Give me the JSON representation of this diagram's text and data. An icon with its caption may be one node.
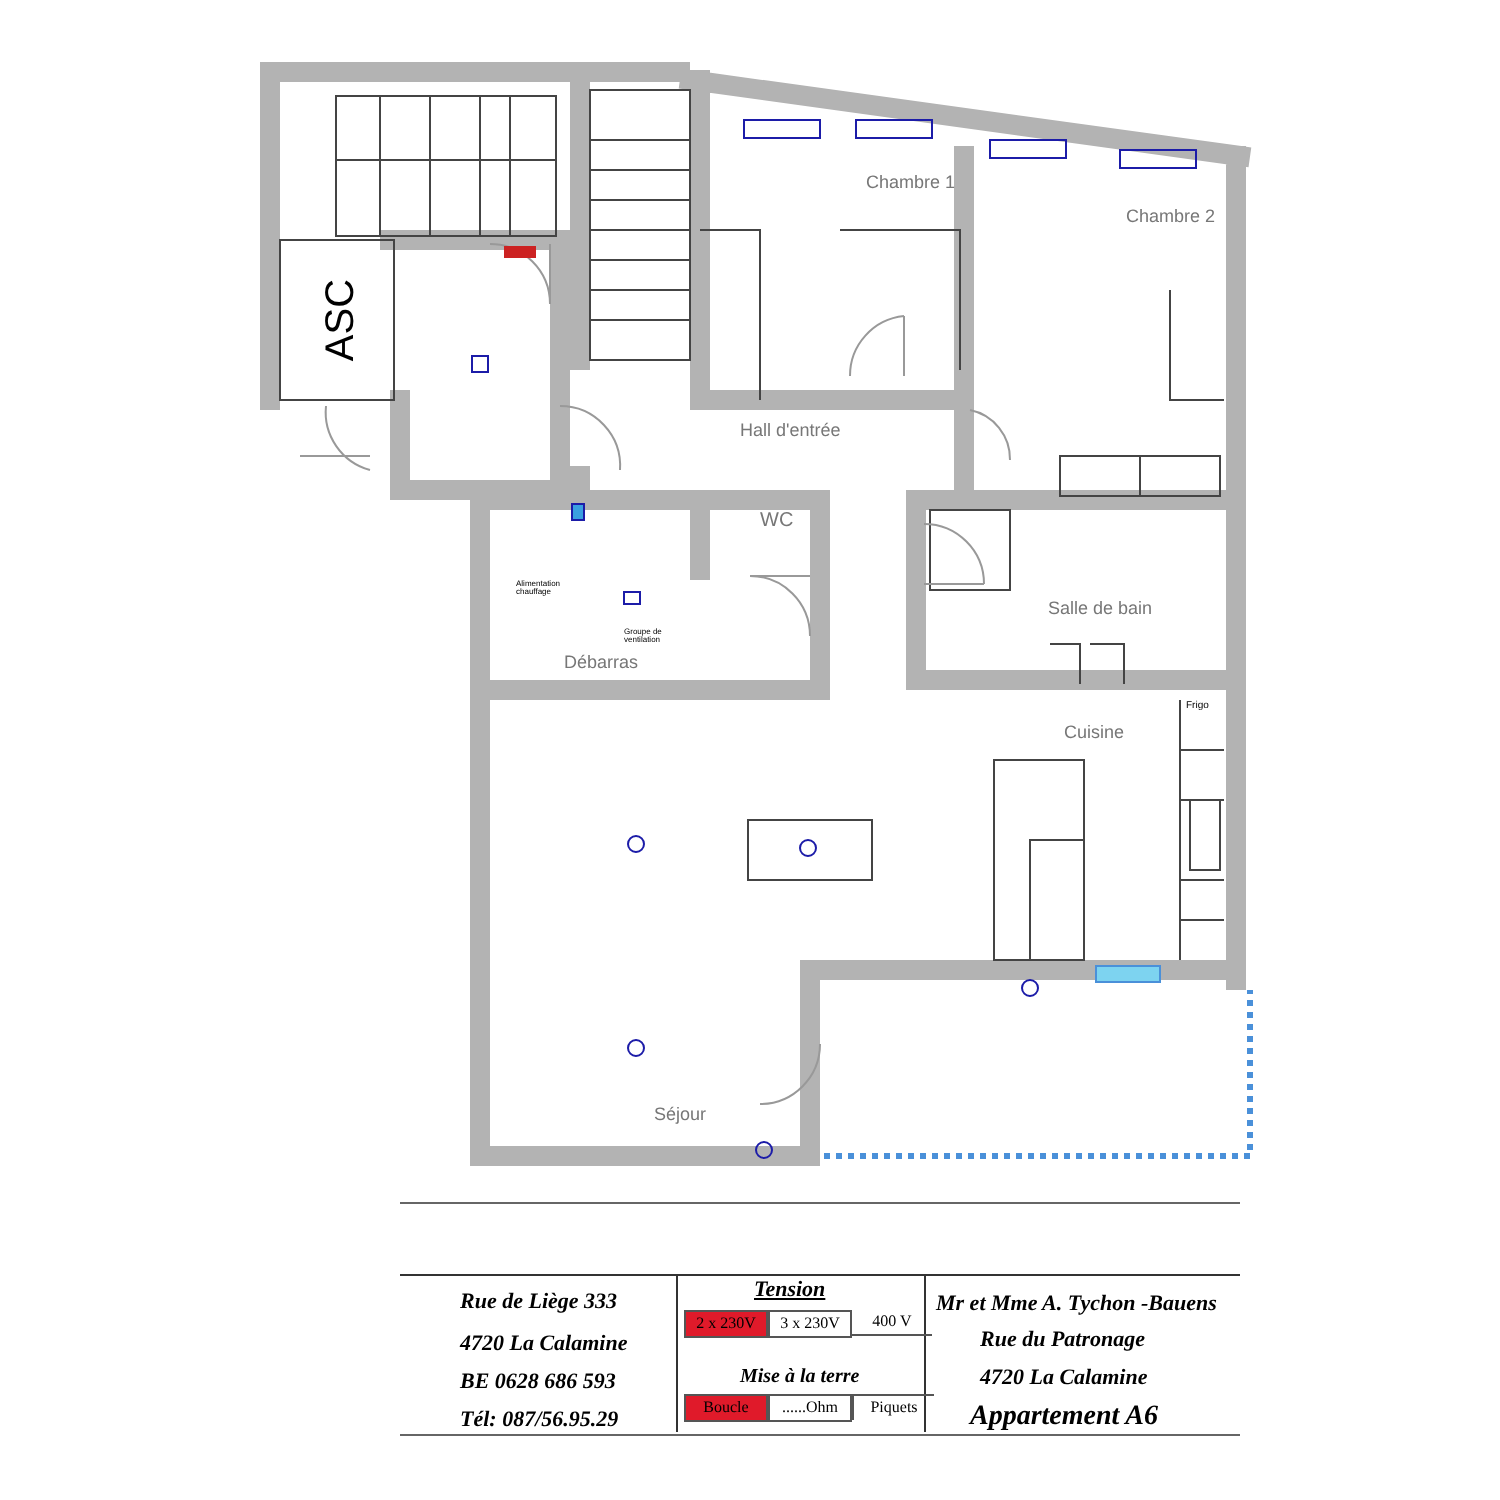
{
  "diagram": {
    "labels": [
      "ASC",
      "Chambre 1",
      "Chambre 2",
      "Hall d'entrée",
      "WC",
      "Alimentation chauffage",
      "Groupe de ventilation",
      "Débarras",
      "Salle de bain",
      "Cuisine",
      "Frigo",
      "Séjour",
      "Rue de Liège 333",
      "Tension",
      "Mr et Mme A. Tychon -Bauens",
      "2 x 230V",
      "3 x 230V",
      "400  V",
      "4720 La Calamine",
      "Rue du Patronage",
      "BE 0628 686 593",
      "Mise à la terre",
      "4720  La Calamine",
      "Tél:  087/56.95.29",
      "Boucle",
      "......Ohm",
      "Piquets",
      "Appartement A6"
    ]
  }
}
